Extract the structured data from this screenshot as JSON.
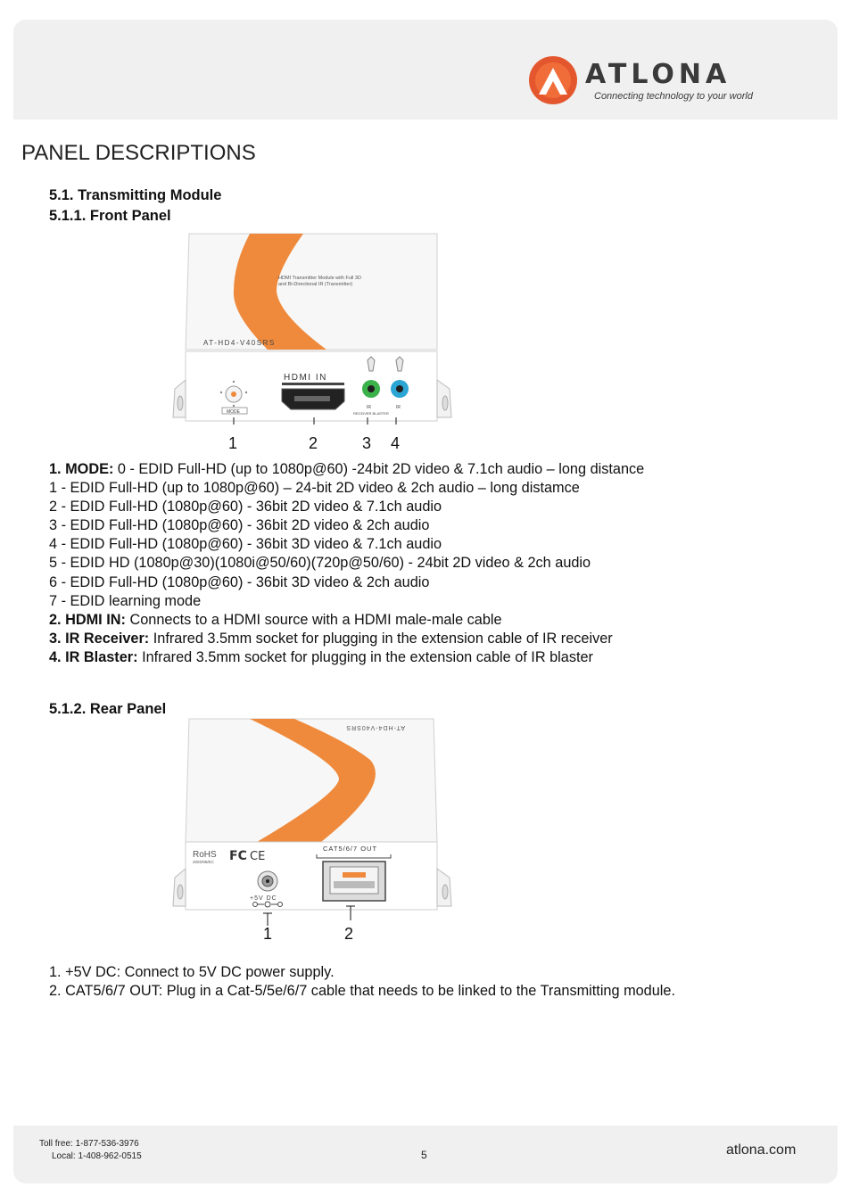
{
  "header": {
    "brand": "ATLONA",
    "tagline": "Connecting technology to your world"
  },
  "page_title": "PANEL DESCRIPTIONS",
  "section": {
    "title": "5.1. Transmitting Module",
    "front_panel_title": "5.1.1. Front Panel",
    "rear_panel_title": "5.1.2. Rear Panel"
  },
  "front_figure": {
    "model": "AT-HD4-V40SRS",
    "product_line1": "HDMI Transmitter Module with Full 3D",
    "product_line2": "and Bi-Directional IR (Transmitter)",
    "hdmi_label": "HDMI IN",
    "mode_label": "MODE",
    "ir_receiver_label": "IR",
    "ir_blaster_label": "IR",
    "ir_sub_label": "RECEIVER BLASTER",
    "callouts": [
      "1",
      "2",
      "3",
      "4"
    ]
  },
  "front_descriptions": [
    {
      "bold": "1. MODE:",
      "text": " 0 - EDID Full-HD (up to 1080p@60) -24bit 2D video & 7.1ch audio – long distance"
    },
    {
      "bold": "",
      "text": " 1 - EDID Full-HD (up to 1080p@60) – 24-bit 2D video & 2ch audio – long distamce"
    },
    {
      "bold": "",
      "text": " 2 - EDID Full-HD (1080p@60) - 36bit 2D video & 7.1ch audio"
    },
    {
      "bold": "",
      "text": " 3 - EDID Full-HD (1080p@60) - 36bit 2D video & 2ch audio"
    },
    {
      "bold": "",
      "text": " 4 - EDID Full-HD (1080p@60) - 36bit 3D video & 7.1ch audio"
    },
    {
      "bold": "",
      "text": " 5 - EDID HD (1080p@30)(1080i@50/60)(720p@50/60) - 24bit 2D video & 2ch audio"
    },
    {
      "bold": "",
      "text": " 6 - EDID Full-HD (1080p@60) - 36bit 3D video & 2ch audio"
    },
    {
      "bold": "",
      "text": " 7 - EDID learning mode"
    },
    {
      "bold": "2. HDMI IN:",
      "text": " Connects to a HDMI source with a HDMI male-male cable"
    },
    {
      "bold": "3. IR Receiver:",
      "text": " Infrared 3.5mm socket for plugging in the extension cable of IR receiver"
    },
    {
      "bold": "4. IR Blaster:",
      "text": " Infrared 3.5mm socket for plugging in the extension cable of IR blaster"
    }
  ],
  "rear_figure": {
    "model": "AT-HD4-V40SRS",
    "cat_label": "CAT5/6/7 OUT",
    "power_label": "+5V DC",
    "rohs": "RoHS",
    "rohs_sub": "2002/95/EC",
    "fc": "FC",
    "ce": "CE",
    "callouts": [
      "1",
      "2"
    ]
  },
  "rear_descriptions": [
    "1. +5V DC: Connect to 5V DC power supply.",
    "2. CAT5/6/7 OUT: Plug in a Cat-5/5e/6/7 cable that needs to be linked to the Transmitting module."
  ],
  "footer": {
    "toll_free": "Toll free: 1-877-536-3976",
    "local": "Local: 1-408-962-0515",
    "page_number": "5",
    "website": "atlona.com"
  },
  "colors": {
    "brand_orange": "#ef8a3c",
    "ir_receiver_green": "#3bb24a",
    "ir_blaster_blue": "#2ba6d4",
    "band_gray": "#f0f0f0"
  }
}
